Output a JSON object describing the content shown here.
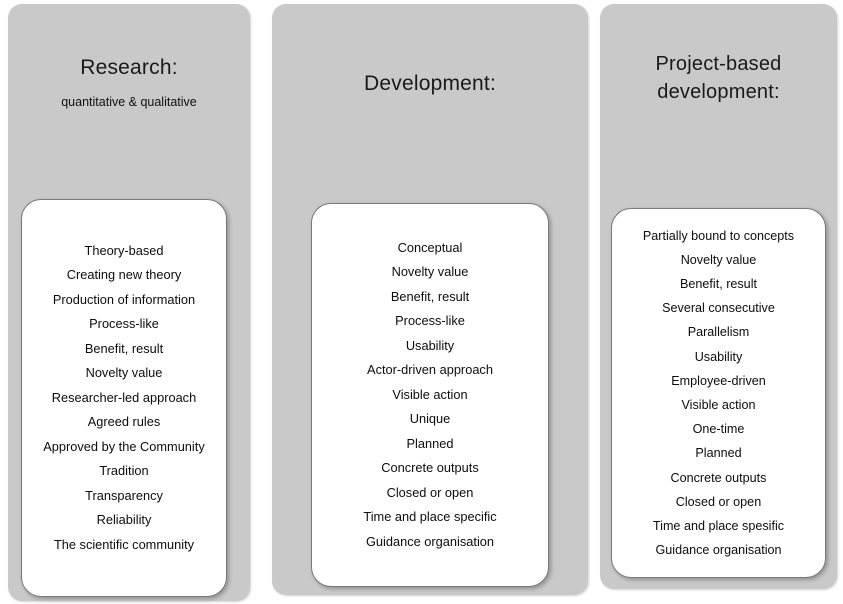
{
  "columns": [
    {
      "title": "Research:",
      "subtitle": "quantitative & qualitative",
      "items": [
        "Theory-based",
        "Creating new theory",
        "Production of information",
        "Process-like",
        "Benefit, result",
        "Novelty value",
        "Researcher-led approach",
        "Agreed rules",
        "Approved by the Community",
        "Tradition",
        "Transparency",
        "Reliability",
        "The scientific community"
      ]
    },
    {
      "title": "Development:",
      "items": [
        "Conceptual",
        "Novelty value",
        "Benefit, result",
        "Process-like",
        "Usability",
        "Actor-driven approach",
        "Visible action",
        "Unique",
        "Planned",
        "Concrete outputs",
        "Closed or open",
        "Time and place specific",
        "Guidance organisation"
      ]
    },
    {
      "title": "Project-based development:",
      "items": [
        "Partially bound to concepts",
        "Novelty value",
        "Benefit, result",
        "Several consecutive",
        "Parallelism",
        "Usability",
        "Employee-driven",
        "Visible action",
        "One-time",
        "Planned",
        "Concrete outputs",
        "Closed or open",
        "Time and place spesific",
        "Guidance organisation"
      ]
    }
  ],
  "colors": {
    "panel_bg": "#c9c9c9",
    "card_bg": "#ffffff",
    "card_border": "#7a7a7a",
    "text": "#0d0d0d"
  }
}
